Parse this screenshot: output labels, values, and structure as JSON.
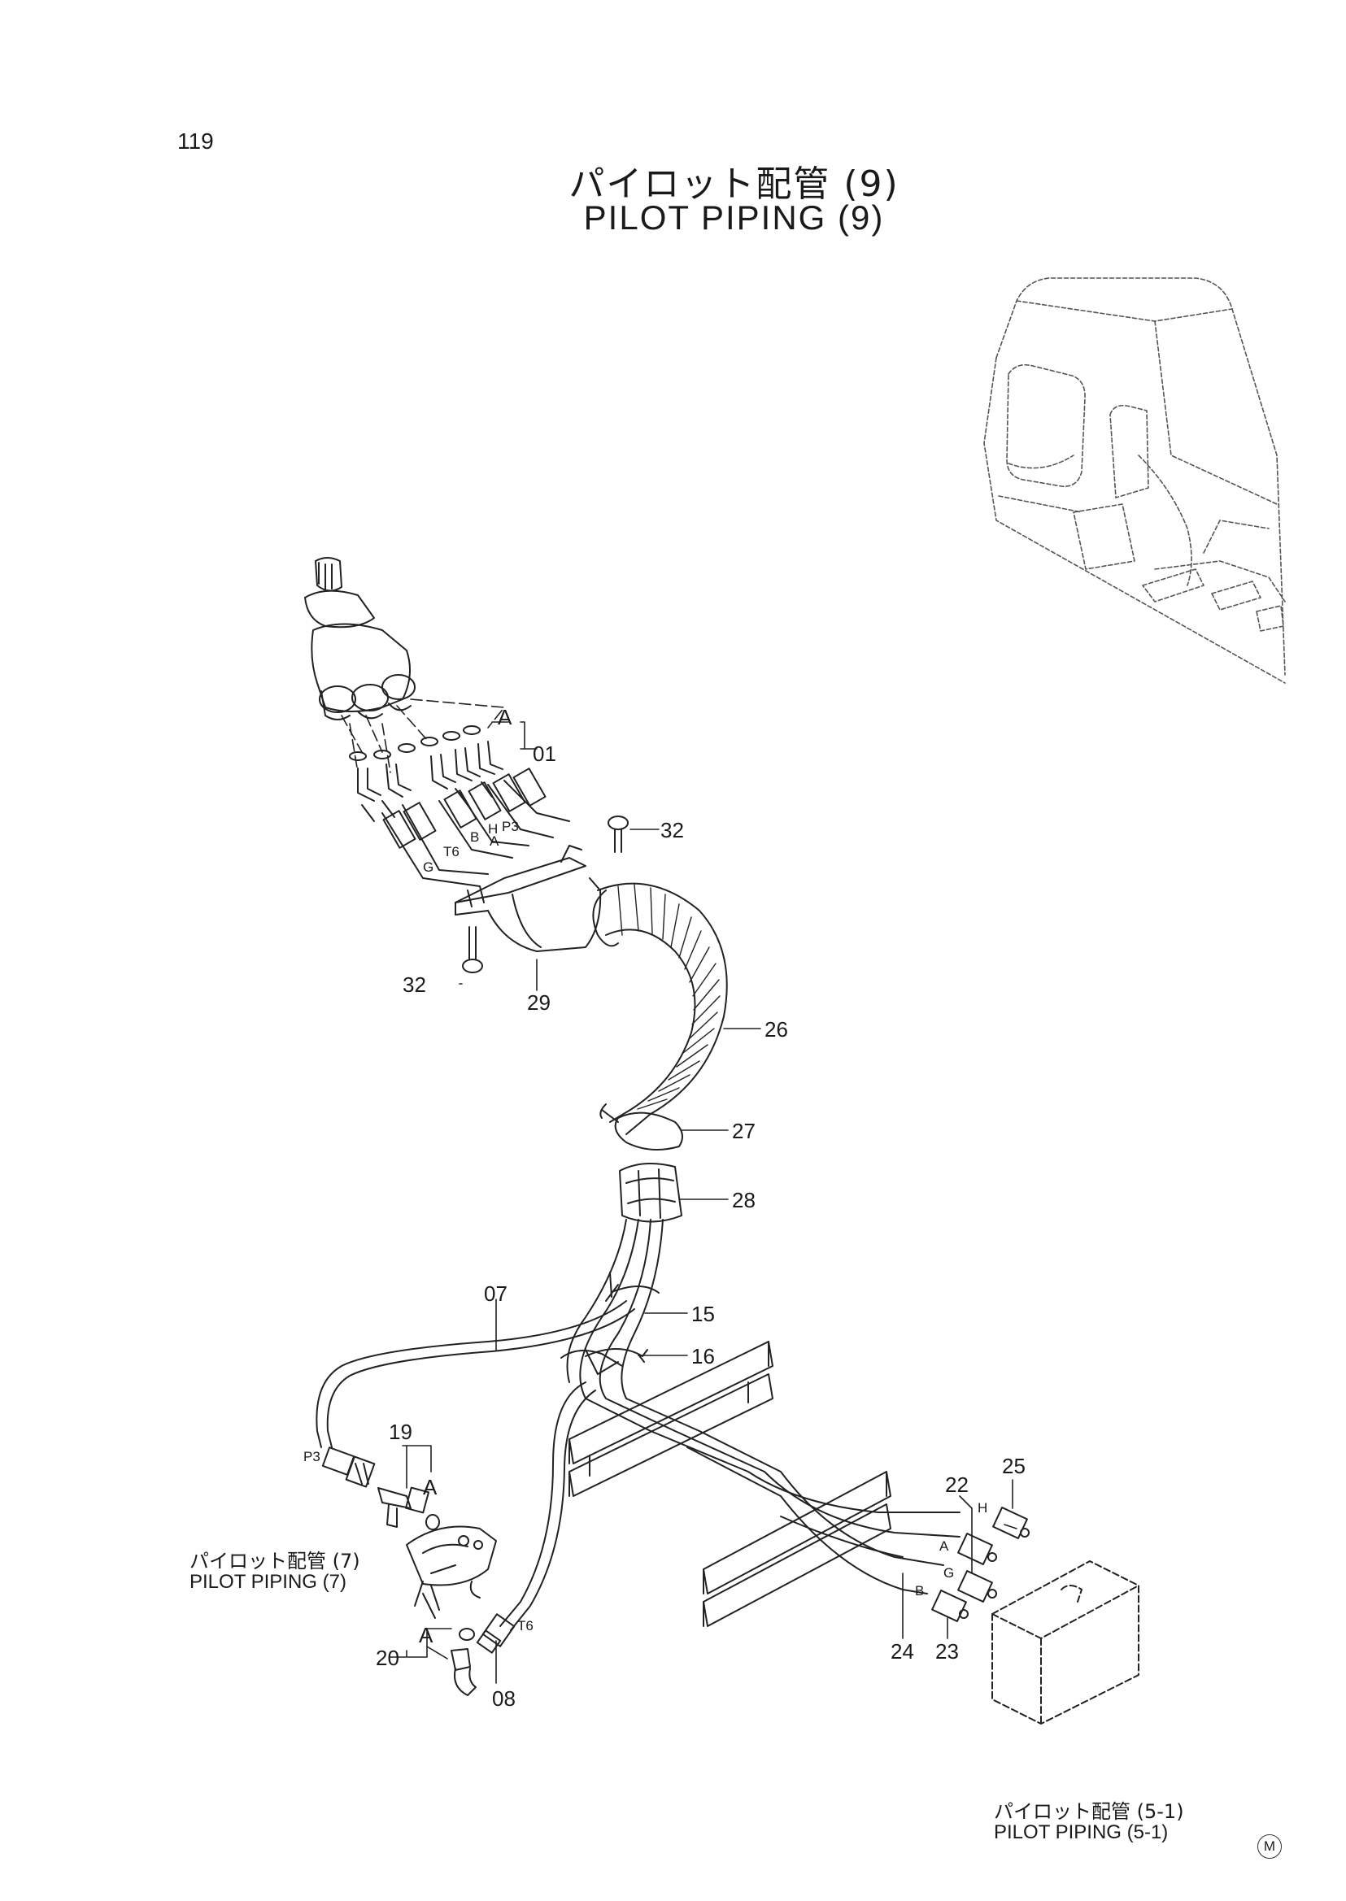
{
  "page_number": "119",
  "title_jp": "パイロット配管 (9)",
  "title_en": "PILOT PIPING (9)",
  "references": [
    {
      "jp": "パイロット配管 (7)",
      "en": "PILOT PIPING (7)"
    },
    {
      "jp": "パイロット配管 (5-1)",
      "en": "PILOT PIPING (5-1)"
    }
  ],
  "part_labels": {
    "p01": "01",
    "p07": "07",
    "p08": "08",
    "p15": "15",
    "p16": "16",
    "p19": "19",
    "p20": "20",
    "p22": "22",
    "p23": "23",
    "p24": "24",
    "p25": "25",
    "p26": "26",
    "p27": "27",
    "p28": "28",
    "p29": "29",
    "p32a": "32",
    "p32b": "32"
  },
  "port_labels": {
    "h_top": "H",
    "p3_top": "P3",
    "a_top": "A",
    "b_top": "B",
    "t6_top": "T6",
    "g_top": "G",
    "p3_left": "P3",
    "t6_bottom": "T6",
    "h_right": "H",
    "a_right": "A",
    "g_right": "G",
    "b_right": "B"
  },
  "detail_marks": {
    "a1": "A",
    "a2": "A",
    "a3": "A"
  },
  "corner_mark": "M",
  "colors": {
    "line": "#222222",
    "background": "#ffffff"
  }
}
